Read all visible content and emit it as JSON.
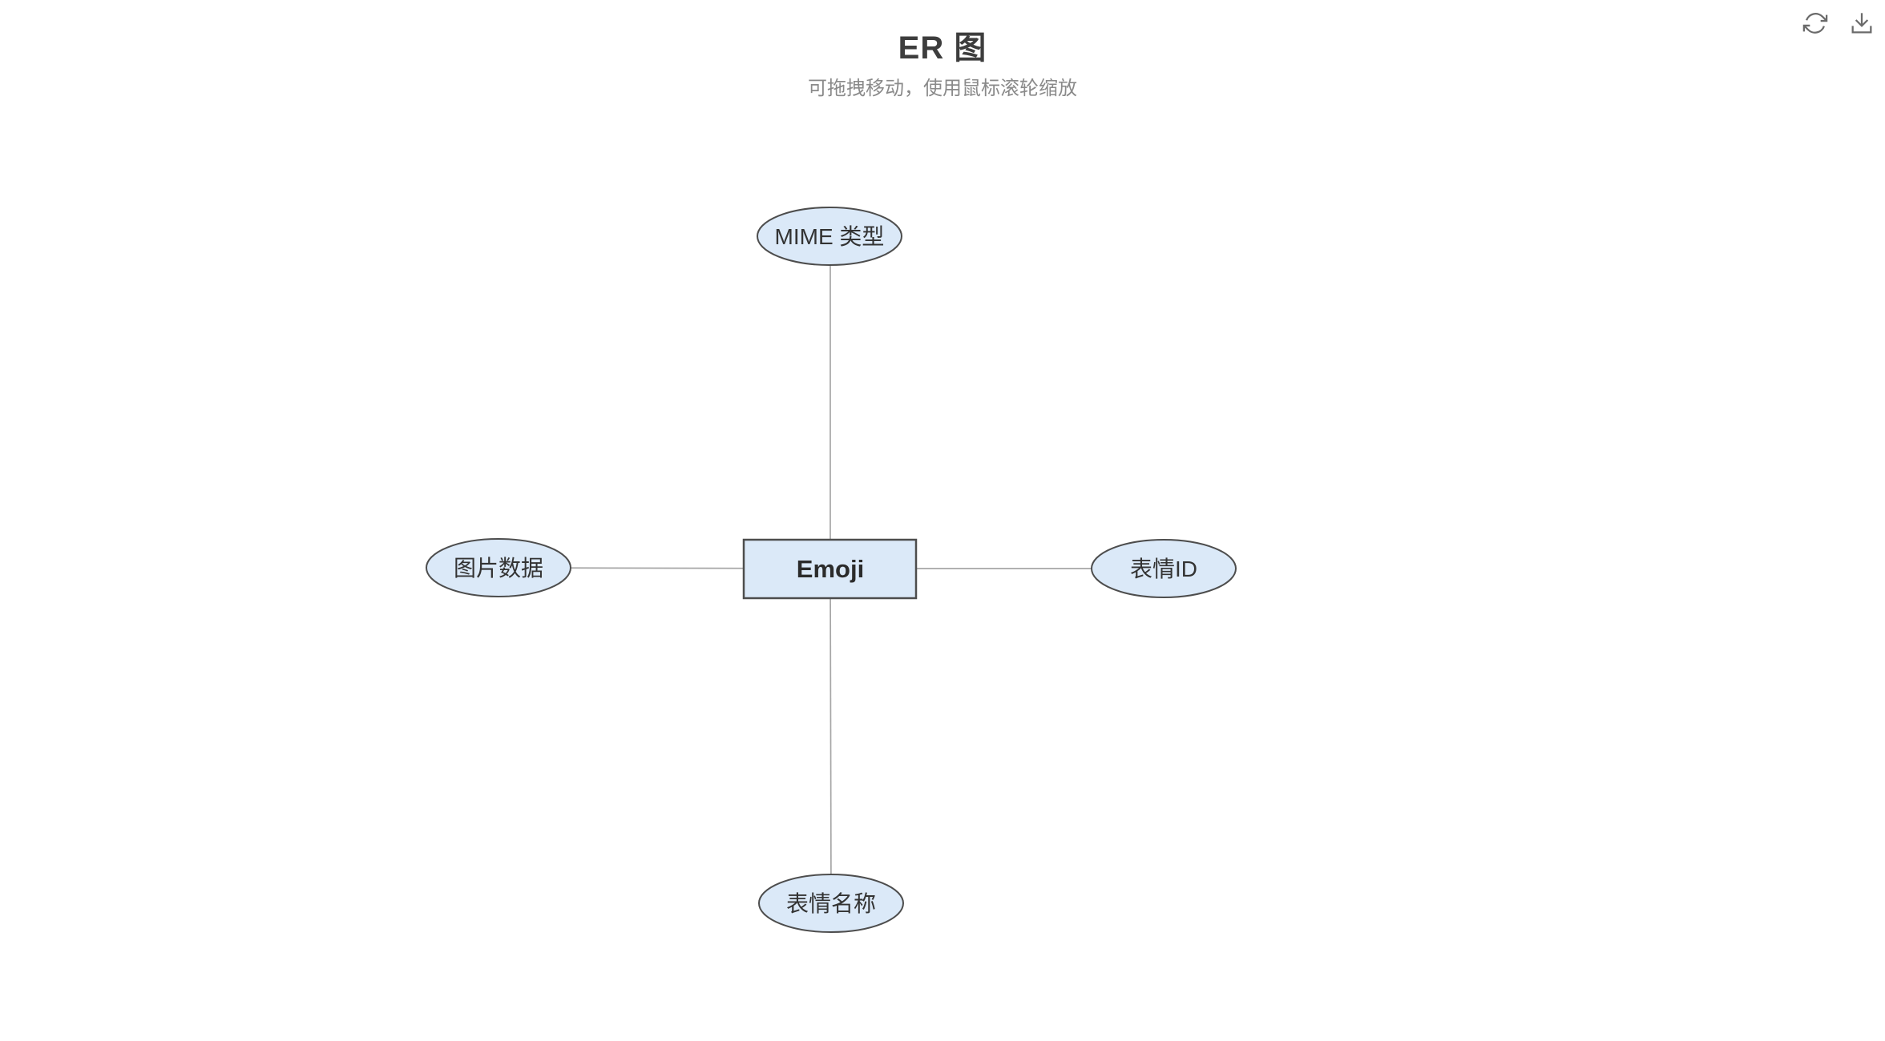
{
  "header": {
    "title": "ER 图",
    "subtitle": "可拖拽移动，使用鼠标滚轮缩放"
  },
  "toolbar": {
    "icons": [
      {
        "name": "refresh-icon"
      },
      {
        "name": "download-icon"
      }
    ]
  },
  "diagram": {
    "type": "er-diagram",
    "entity": {
      "label": "Emoji"
    },
    "attributes": [
      {
        "label": "MIME 类型",
        "position": "top"
      },
      {
        "label": "图片数据",
        "position": "left"
      },
      {
        "label": "表情ID",
        "position": "right"
      },
      {
        "label": "表情名称",
        "position": "bottom"
      }
    ]
  },
  "colors": {
    "node_fill": "#dbe9f8",
    "node_border": "#4d4d4d",
    "edge": "#a6a6a6",
    "title_text": "#3d3d3d",
    "subtitle_text": "#8a8a8a",
    "node_text": "#2b2b2b",
    "icon": "#6b6b6b",
    "background": "#ffffff"
  }
}
